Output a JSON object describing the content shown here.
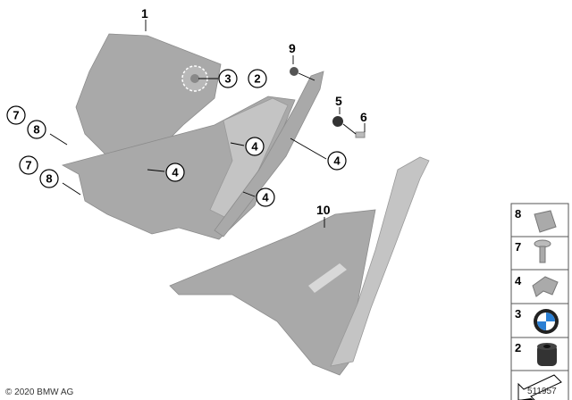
{
  "diagram": {
    "callouts": {
      "c1": "1",
      "c2": "2",
      "c3": "3",
      "c4a": "4",
      "c4b": "4",
      "c4c": "4",
      "c4d": "4",
      "c5": "5",
      "c6": "6",
      "c7a": "7",
      "c8a": "8",
      "c7b": "7",
      "c8b": "8",
      "c9": "9",
      "c10": "10"
    },
    "legend": [
      {
        "number": "8",
        "icon": "clip-nut-icon"
      },
      {
        "number": "7",
        "icon": "screw-icon"
      },
      {
        "number": "4",
        "icon": "spring-clip-icon"
      },
      {
        "number": "3",
        "icon": "bmw-emblem-icon"
      },
      {
        "number": "2",
        "icon": "rubber-grommet-icon"
      },
      {
        "number": "",
        "icon": "arrow-icon"
      }
    ],
    "diagram_number": "511957",
    "copyright": "© 2020 BMW AG"
  },
  "colors": {
    "part_gray": "#a9a9a9",
    "bmw_blue": "#2a7fd4"
  }
}
